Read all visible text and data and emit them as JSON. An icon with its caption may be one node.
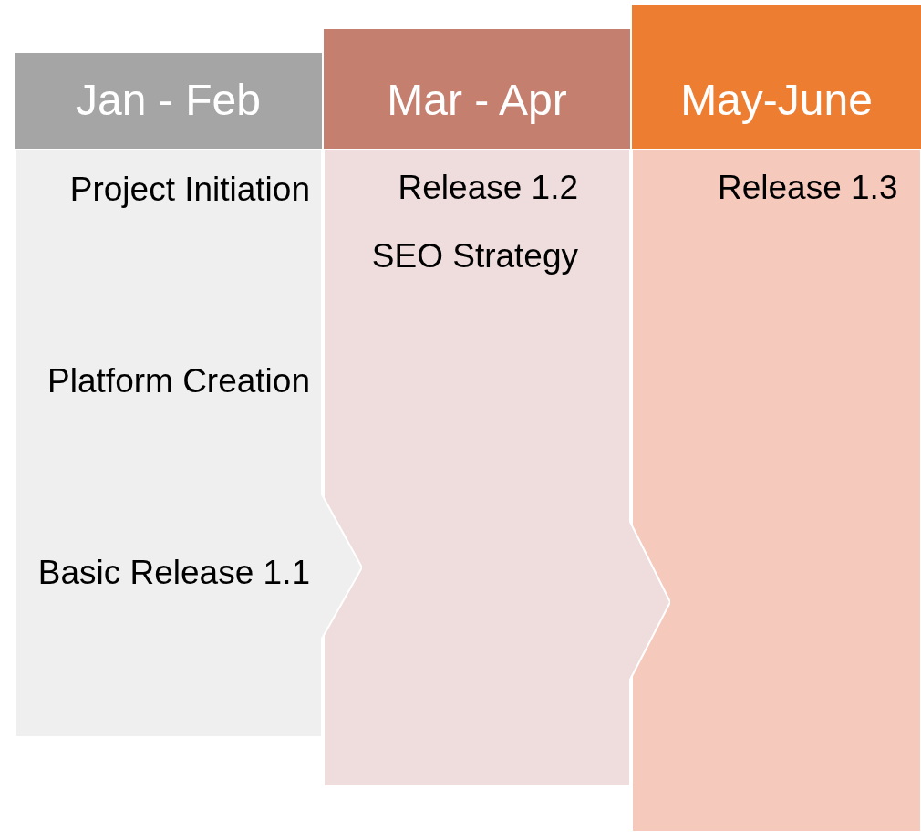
{
  "diagram": {
    "nodes": [
      {
        "text": [
          "Jan - Feb",
          "Project Initiation",
          "Platform Creation",
          "Basic Release 1.1"
        ]
      },
      {
        "text": [
          "Mar - Apr",
          "Release 1.2",
          "SEO Strategy"
        ]
      },
      {
        "text": [
          "May-June",
          "Release 1.3"
        ]
      }
    ]
  }
}
